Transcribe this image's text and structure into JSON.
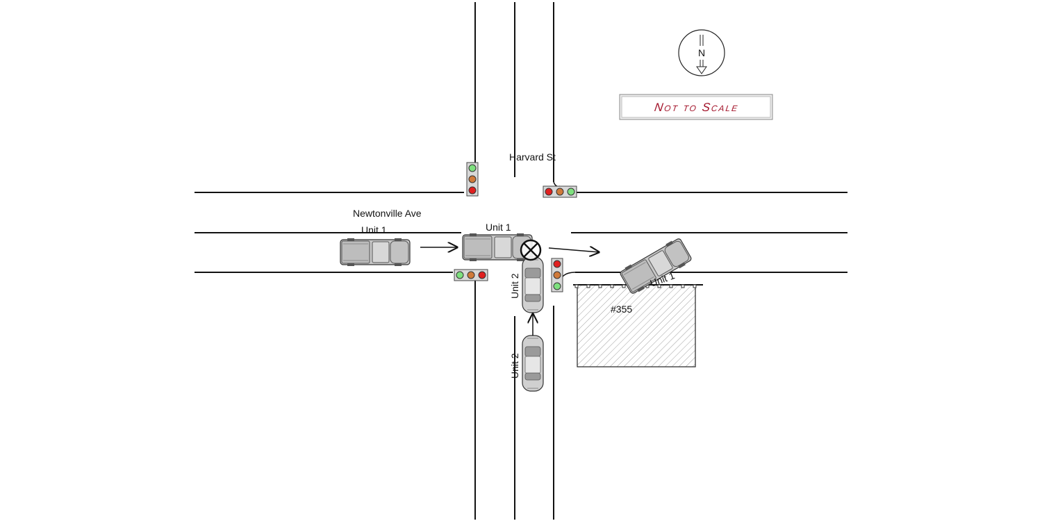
{
  "streets": {
    "north_south": "Harvard St",
    "east_west": "Newtonville Ave"
  },
  "units": {
    "unit1_label": "Unit 1",
    "unit2_label": "Unit 2"
  },
  "building": {
    "address": "#355"
  },
  "compass": {
    "letter": "N"
  },
  "scale_note": {
    "text": "Not to Scale"
  },
  "colors": {
    "road_line": "#111111",
    "vehicle_body": "#c8c8c8",
    "vehicle_dark": "#8a8a8a",
    "signal_red": "#e02020",
    "signal_amber": "#d07a3a",
    "signal_green": "#7ee07e",
    "scale_text": "#a3142a"
  }
}
